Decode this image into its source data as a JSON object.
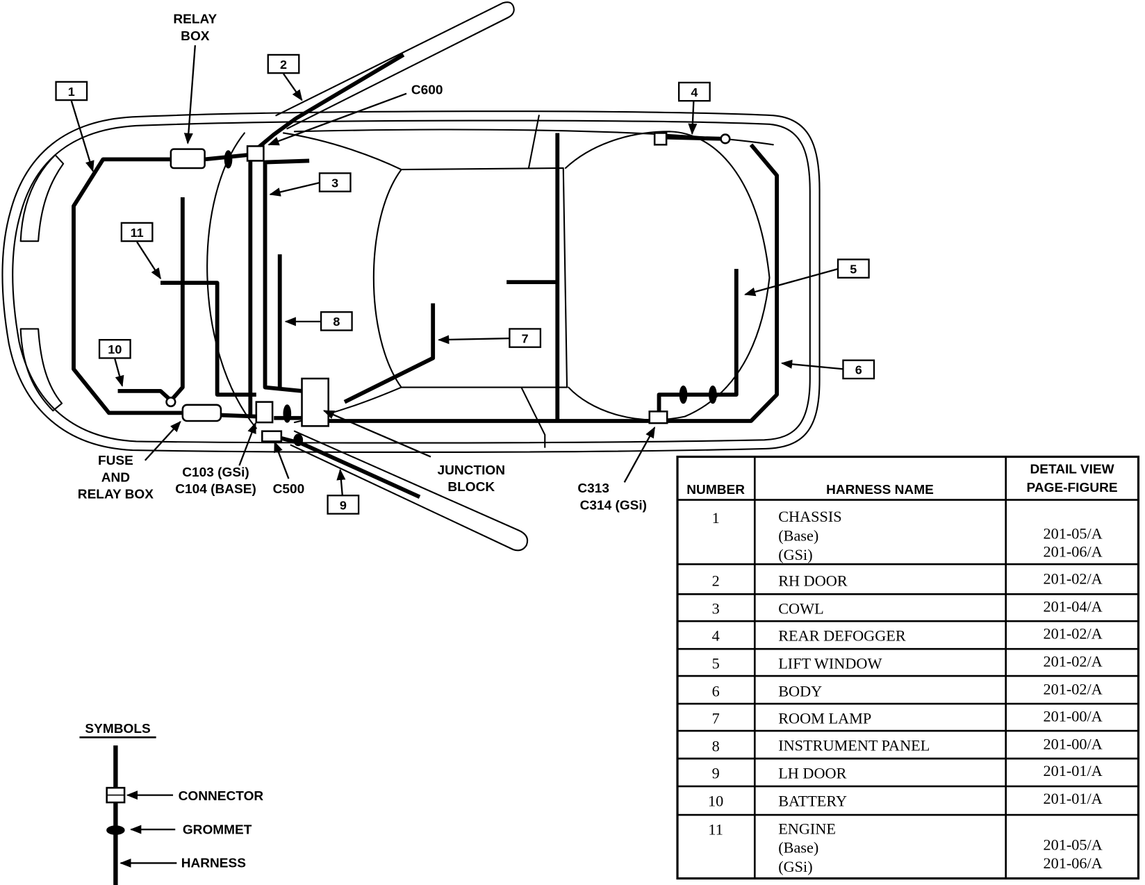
{
  "diagram": {
    "callouts": {
      "c1": "1",
      "c2": "2",
      "c3": "3",
      "c4": "4",
      "c5": "5",
      "c6": "6",
      "c7": "7",
      "c8": "8",
      "c9": "9",
      "c10": "10",
      "c11": "11"
    },
    "labels": {
      "relay_box_line1": "RELAY",
      "relay_box_line2": "BOX",
      "c600": "C600",
      "fuse_line1": "FUSE",
      "fuse_line2": "AND",
      "fuse_line3": "RELAY BOX",
      "c103": "C103 (GSi)",
      "c104": "C104 (BASE)",
      "c500": "C500",
      "junction_line1": "JUNCTION",
      "junction_line2": "BLOCK",
      "c313": "C313",
      "c314": "C314 (GSi)"
    }
  },
  "table": {
    "headers": {
      "number": "NUMBER",
      "harness_name": "HARNESS NAME",
      "detail_view_line1": "DETAIL VIEW",
      "detail_view_line2": "PAGE-FIGURE"
    },
    "rows": [
      {
        "number": "1",
        "name": "CHASSIS",
        "variants": [
          "(Base)",
          "(GSi)"
        ],
        "figures": [
          "201-05/A",
          "201-06/A"
        ]
      },
      {
        "number": "2",
        "name": "RH DOOR",
        "figure": "201-02/A"
      },
      {
        "number": "3",
        "name": "COWL",
        "figure": "201-04/A"
      },
      {
        "number": "4",
        "name": "REAR DEFOGGER",
        "figure": "201-02/A"
      },
      {
        "number": "5",
        "name": "LIFT WINDOW",
        "figure": "201-02/A"
      },
      {
        "number": "6",
        "name": "BODY",
        "figure": "201-02/A"
      },
      {
        "number": "7",
        "name": "ROOM LAMP",
        "figure": "201-00/A"
      },
      {
        "number": "8",
        "name": "INSTRUMENT PANEL",
        "figure": "201-00/A"
      },
      {
        "number": "9",
        "name": "LH DOOR",
        "figure": "201-01/A"
      },
      {
        "number": "10",
        "name": "BATTERY",
        "figure": "201-01/A"
      },
      {
        "number": "11",
        "name": "ENGINE",
        "variants": [
          "(Base)",
          "(GSi)"
        ],
        "figures": [
          "201-05/A",
          "201-06/A"
        ]
      }
    ]
  },
  "symbols": {
    "title": "SYMBOLS",
    "connector": "CONNECTOR",
    "grommet": "GROMMET",
    "harness": "HARNESS"
  }
}
